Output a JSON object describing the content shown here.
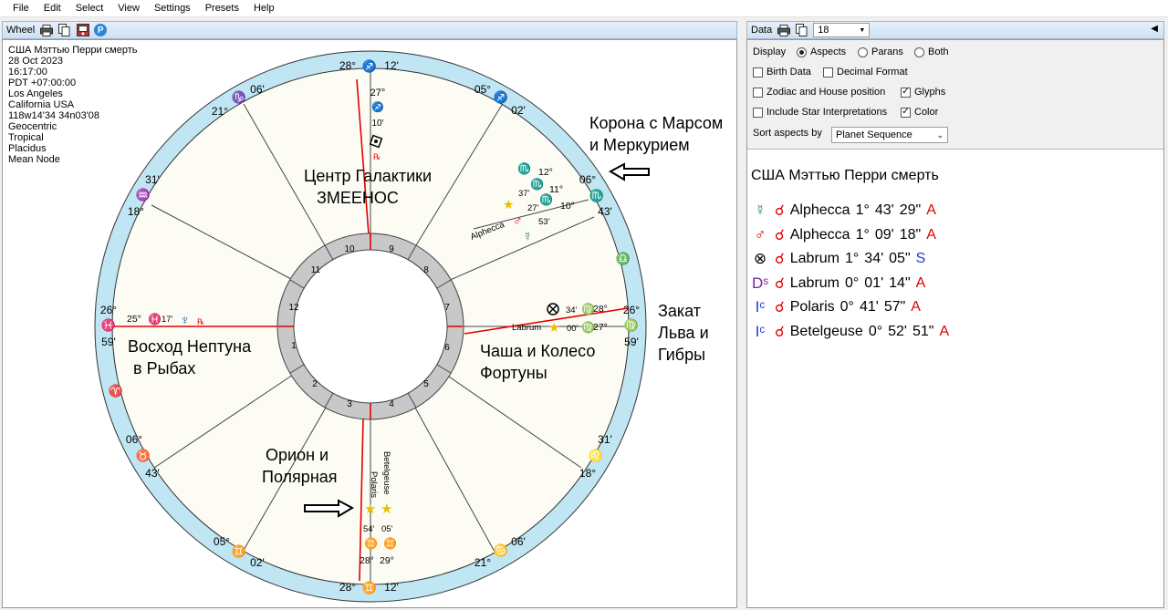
{
  "menu": [
    "File",
    "Edit",
    "Select",
    "View",
    "Settings",
    "Presets",
    "Help"
  ],
  "wheel_pane": {
    "title": "Wheel",
    "info": [
      "США Мэттью Перри смерть",
      "28 Oct 2023",
      "16:17:00",
      "PDT +07:00:00",
      "Los Angeles",
      "California USA",
      "118w14'34 34n03'08",
      "Geocentric",
      "Tropical",
      "Placidus",
      "Mean Node"
    ]
  },
  "data_pane": {
    "title": "Data",
    "number_select": "18",
    "display_label": "Display",
    "radio_aspects": "Aspects",
    "radio_parans": "Parans",
    "radio_both": "Both",
    "chk_birth_data": "Birth Data",
    "chk_decimal": "Decimal Format",
    "chk_zodiac_house": "Zodiac and House position",
    "chk_glyphs": "Glyphs",
    "chk_star_interp": "Include Star Interpretations",
    "chk_color": "Color",
    "sort_label": "Sort aspects by",
    "sort_value": "Planet Sequence",
    "report_title": "США Мэттью Перри смерть",
    "aspects": [
      {
        "glyph": "☿",
        "glyph_color": "#2e7d32",
        "asp": "☌",
        "star": "Alphecca",
        "deg": "1°",
        "min": "43'",
        "sec": "29\"",
        "flag": "A"
      },
      {
        "glyph": "♂",
        "glyph_color": "#e00000",
        "asp": "☌",
        "star": "Alphecca",
        "deg": "1°",
        "min": "09'",
        "sec": "18\"",
        "flag": "A"
      },
      {
        "glyph": "⊗",
        "glyph_color": "#000000",
        "asp": "☌",
        "star": "Labrum",
        "deg": "1°",
        "min": "34'",
        "sec": "05\"",
        "flag": "S"
      },
      {
        "glyph": "Dˢ",
        "glyph_color": "#7a1fa2",
        "asp": "☌",
        "star": "Labrum",
        "deg": "0°",
        "min": "01'",
        "sec": "14\"",
        "flag": "A"
      },
      {
        "glyph": "Iᶜ",
        "glyph_color": "#1a3ad6",
        "asp": "☌",
        "star": "Polaris",
        "deg": "0°",
        "min": "41'",
        "sec": "57\"",
        "flag": "A"
      },
      {
        "glyph": "Iᶜ",
        "glyph_color": "#1a3ad6",
        "asp": "☌",
        "star": "Betelgeuse",
        "deg": "0°",
        "min": "52'",
        "sec": "51\"",
        "flag": "A"
      }
    ]
  },
  "wheel": {
    "house_numbers": [
      "1",
      "2",
      "3",
      "4",
      "5",
      "6",
      "7",
      "8",
      "9",
      "10",
      "11",
      "12"
    ],
    "cusps": [
      {
        "deg": "28°",
        "min": "12'",
        "glyph": "♐",
        "color": "#e00000"
      },
      {
        "deg": "05°",
        "min": "02'",
        "glyph": "♐",
        "color": "#e00000"
      },
      {
        "deg": "06°",
        "min": "43'",
        "glyph": "♏",
        "color": "#7a1fa2"
      },
      {
        "glyph": "♎",
        "color": "#1a3ad6"
      },
      {
        "deg": "26°",
        "min": "59'",
        "glyph": "♍",
        "color": "#2e7d32"
      },
      {
        "deg": "31'",
        "min": "18°",
        "glyph": "♌",
        "color": "#e00000"
      },
      {
        "deg": "06'",
        "min": "21°",
        "glyph": "♋",
        "color": "#7a1fa2"
      },
      {
        "deg": "28°",
        "min": "12'",
        "glyph": "♊",
        "color": "#1a3ad6"
      },
      {
        "deg": "05°",
        "min": "02'",
        "glyph": "♊",
        "color": "#1a3ad6"
      },
      {
        "deg": "06°",
        "min": "43'",
        "glyph": "♉",
        "color": "#2e7d32"
      },
      {
        "glyph": "♈",
        "color": "#e00000"
      },
      {
        "deg": "26°",
        "min": "59'",
        "glyph": "♓",
        "color": "#7a1fa2"
      },
      {
        "deg": "31'",
        "min": "18°",
        "glyph": "♒",
        "color": "#1a3ad6"
      },
      {
        "deg": "06'",
        "min": "21°",
        "glyph": "♑",
        "color": "#2e7d32"
      }
    ],
    "mc": {
      "deg": "27°",
      "glyph": "♐",
      "min": "10'",
      "retro": "℞"
    },
    "cluster8": {
      "d1": "12°",
      "d2": "11°",
      "d3": "10°",
      "m1": "37'",
      "m2": "27'",
      "m3": "53'",
      "star": "Alphecca"
    },
    "desc": {
      "m1": "34'",
      "d1": "28°",
      "m2": "00'",
      "d2": "27°",
      "star": "Labrum"
    },
    "asc": {
      "d": "25°",
      "m": "17'",
      "retro": "℞"
    },
    "ic": {
      "star1": "Polaris",
      "star2": "Betelgeuse",
      "m1": "54'",
      "m2": "05'",
      "d1": "28°",
      "d2": "29°"
    }
  },
  "annotations": {
    "gc1": "Центр Галактики",
    "gc2": "ЗМЕЕНОС",
    "corona1": "Корона с Марсом",
    "corona2": "и Меркурием",
    "sunset1": "Закат",
    "sunset2": "Льва и",
    "sunset3": "Гибры",
    "neptune1": "Восход Нептуна",
    "neptune2": "в Рыбах",
    "fortune1": "Чаша и Колесо",
    "fortune2": "Фортуны",
    "orion1": "Орион и",
    "orion2": "Полярная"
  }
}
